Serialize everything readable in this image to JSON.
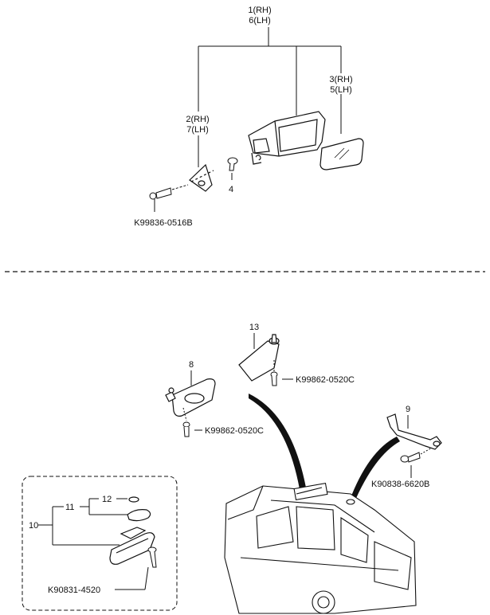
{
  "upper_assembly": {
    "callout_top": [
      "1(RH)",
      "6(LH)"
    ],
    "callout_glass": [
      "3(RH)",
      "5(LH)"
    ],
    "callout_cover": [
      "2(RH)",
      "7(LH)"
    ],
    "callout_screw": "4",
    "part_bolt": "K99836-0516B"
  },
  "lower_assembly": {
    "callout_visor_rh": "13",
    "callout_visor_lh": "8",
    "callout_handle": "9",
    "part_screw_rh": "K99862-0520C",
    "part_screw_lh": "K99862-0520C",
    "part_screw_handle": "K90838-6620B",
    "inset": {
      "callout_mirror": "10",
      "callout_base": "11",
      "callout_cap": "12",
      "part_screw": "K90831-4520"
    }
  }
}
